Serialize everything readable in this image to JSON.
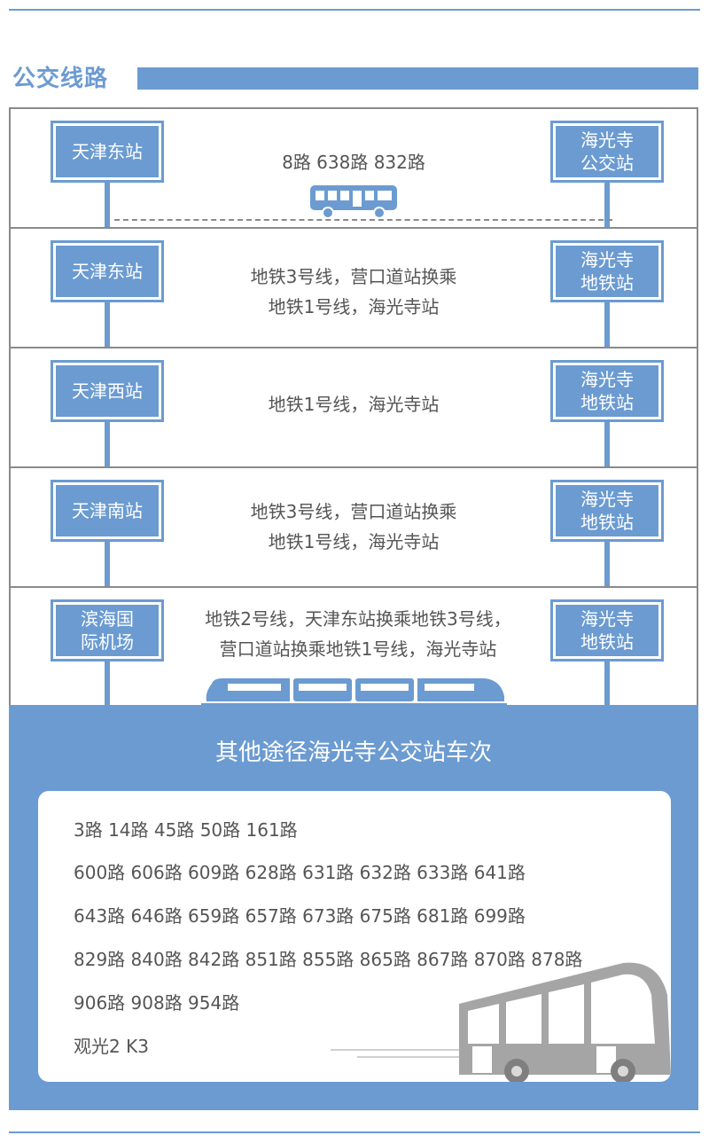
{
  "header": {
    "title": "公交线路"
  },
  "routes": [
    {
      "from": [
        "天津东站"
      ],
      "to": [
        "海光寺",
        "公交站"
      ],
      "lines": [
        "8路 638路 832路"
      ],
      "vehicle": "bus-icon"
    },
    {
      "from": [
        "天津东站"
      ],
      "to": [
        "海光寺",
        "地铁站"
      ],
      "lines": [
        "地铁3号线，营口道站换乘",
        "地铁1号线，海光寺站"
      ]
    },
    {
      "from": [
        "天津西站"
      ],
      "to": [
        "海光寺",
        "地铁站"
      ],
      "lines": [
        "地铁1号线，海光寺站"
      ]
    },
    {
      "from": [
        "天津南站"
      ],
      "to": [
        "海光寺",
        "地铁站"
      ],
      "lines": [
        "地铁3号线，营口道站换乘",
        "地铁1号线，海光寺站"
      ]
    },
    {
      "from": [
        "滨海国",
        "际机场"
      ],
      "to": [
        "海光寺",
        "地铁站"
      ],
      "lines": [
        "地铁2号线，天津东站换乘地铁3号线，",
        "营口道站换乘地铁1号线，海光寺站"
      ],
      "vehicle": "train-icon"
    }
  ],
  "other": {
    "title": "其他途径海光寺公交站车次",
    "lines": [
      "3路 14路 45路 50路 161路",
      "600路 606路 609路 628路 631路 632路 633路 641路",
      "643路 646路 659路 657路 673路 675路 681路 699路",
      "829路 840路 842路 851路 855路 865路 867路 870路 878路",
      "906路 908路 954路",
      "观光2 K3"
    ]
  },
  "colors": {
    "accent": "#6b9bd1",
    "border": "#8a8a8a",
    "text": "#555555",
    "bus_gray": "#a5a5a5"
  }
}
